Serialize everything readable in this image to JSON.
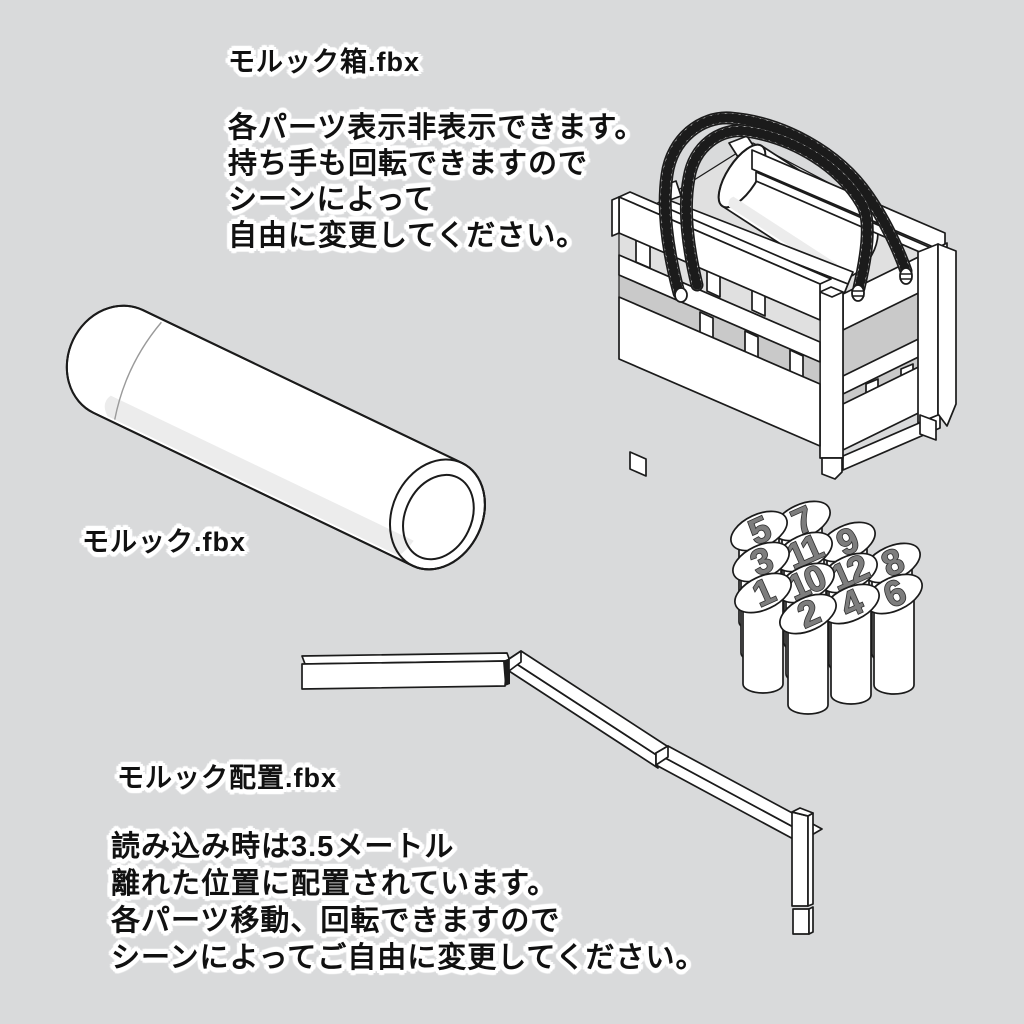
{
  "canvas": {
    "background": "#d9dadb",
    "ink": "#1b1b1b",
    "art_fill": "#ffffff"
  },
  "sections": {
    "box": {
      "title": "モルック箱.fbx",
      "desc": [
        "各パーツ表示非表示できます。",
        "持ち手も回転できますので",
        "シーンによって",
        "自由に変更してください。"
      ]
    },
    "pin": {
      "title": "モルック.fbx"
    },
    "layout": {
      "title": "モルック配置.fbx",
      "desc": [
        "読み込み時は3.5メートル",
        "離れた位置に配置されています。",
        "各パーツ移動、回転できますので",
        "シーンによってご自由に変更してください。"
      ]
    }
  },
  "skittles": {
    "arrangement": "standard-molkky-diamond",
    "visible_front_numbers": [
      "1",
      "2",
      "4",
      "6"
    ],
    "pins": [
      {
        "n": "7"
      },
      {
        "n": "9"
      },
      {
        "n": "8"
      },
      {
        "n": "5"
      },
      {
        "n": "11"
      },
      {
        "n": "12"
      },
      {
        "n": "6"
      },
      {
        "n": "3"
      },
      {
        "n": "10"
      },
      {
        "n": "4"
      },
      {
        "n": "1"
      },
      {
        "n": "2"
      }
    ]
  },
  "illustrations": {
    "crate": "wooden-carry-crate-with-rope-handle-and-pin-inside",
    "big_pin": "molkky-throwing-pin-cylinder",
    "skittle_group": "twelve-numbered-skittles",
    "layout_boards": "throwing-line-and-angled-placement-boards"
  }
}
